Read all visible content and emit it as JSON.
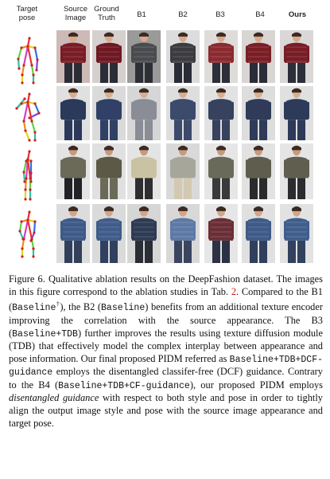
{
  "columns": [
    {
      "line1": "Target",
      "line2": "pose"
    },
    {
      "line1": "Source",
      "line2": "Image"
    },
    {
      "line1": "Ground",
      "line2": "Truth"
    },
    {
      "line1": "B1",
      "line2": ""
    },
    {
      "line1": "B2",
      "line2": ""
    },
    {
      "line1": "B3",
      "line2": ""
    },
    {
      "line1": "B4",
      "line2": ""
    },
    {
      "line1": "Ours",
      "line2": ""
    }
  ],
  "rows": [
    {
      "bg": [
        "#cdbab7",
        "#d5d0cd",
        "#9a9a98",
        "#dcdcdc",
        "#dddcd9",
        "#d8d5d3",
        "#d9d8d6"
      ],
      "cloth": [
        "#7a1c24",
        "#6e1822",
        "#4a4b4f",
        "#3c3c40",
        "#8a2a30",
        "#7a1e26",
        "#781c26"
      ],
      "pants": [
        "#2a2d38",
        "#2a2d38",
        "#2d2f36",
        "#2a2d38",
        "#2c2f3a",
        "#2a2d38",
        "#2c2f3a"
      ],
      "skin": "#d8a98c"
    },
    {
      "bg": [
        "#e0e0e0",
        "#dadada",
        "#d6d6d6",
        "#dedede",
        "#e2e2e2",
        "#dddddd",
        "#e0e0e0"
      ],
      "cloth": [
        "#2b3a5a",
        "#304066",
        "#8a8d96",
        "#3c4a6c",
        "#36425e",
        "#2f3b58",
        "#2e3a5a"
      ],
      "pants": [
        "#2b3a5a",
        "#304066",
        "#8a8d96",
        "#3c4a6c",
        "#36425e",
        "#2f3b58",
        "#2e3a5a"
      ],
      "skin": "#d9ae90"
    },
    {
      "bg": [
        "#e4e4e4",
        "#e0e0e0",
        "#e4e4e4",
        "#d9d9d9",
        "#e6e6e6",
        "#e2e2e2",
        "#e5e5e5"
      ],
      "cloth": [
        "#6b6a58",
        "#5c5a46",
        "#c9c3a4",
        "#a7a69a",
        "#6a6a5a",
        "#5f5d4d",
        "#605e4e"
      ],
      "pants": [
        "#222226",
        "#6b6a58",
        "#2e2e30",
        "#d2c9b0",
        "#3a3a3c",
        "#2b2b2e",
        "#2c2c2f"
      ],
      "skin": "#c79a7c"
    },
    {
      "bg": [
        "#dcdcdc",
        "#dadada",
        "#d6d6d6",
        "#d8d8d8",
        "#e6e6e6",
        "#e0e0e0",
        "#e2e2e2"
      ],
      "cloth": [
        "#3d5a88",
        "#3f5c8a",
        "#2e3b52",
        "#5d7aa6",
        "#6a2f36",
        "#3e5a88",
        "#405e8c"
      ],
      "pants": [
        "#32405c",
        "#30405e",
        "#2a2d35",
        "#3a4660",
        "#2c3244",
        "#30405c",
        "#31425e"
      ],
      "skin": "#d3a589"
    }
  ],
  "caption": {
    "prefix": "Figure 6.",
    "t1": " Qualitative ablation results on the DeepFashion dataset. The images in this figure correspond to the ablation studies in Tab. ",
    "ref": "2",
    "t2": ". Compared to the B1 (",
    "m1": "Baseline",
    "sup": "†",
    "t3": "), the B2 (",
    "m2": "Baseline",
    "t4": ") benefits from an additional texture encoder improving the correlation with the source appearance. The B3 (",
    "m3": "Baseline+TDB",
    "t5": ") further improves the results using texture diffusion module (TDB) that effectively model the complex interplay between appearance and pose information. Our final proposed PIDM referred as ",
    "m4": "Baseline+TDB+DCF-guidance",
    "t6": " employs the disentangled classifer-free (DCF) guidance. Contrary to the B4 (",
    "m5": "Baseline+TDB+CF-guidance",
    "t7": "), our proposed PIDM employs ",
    "em": "disentangled guidance",
    "t8": " with respect to both style and pose in order to tightly align the output image style and pose with the source image appearance and target pose."
  }
}
